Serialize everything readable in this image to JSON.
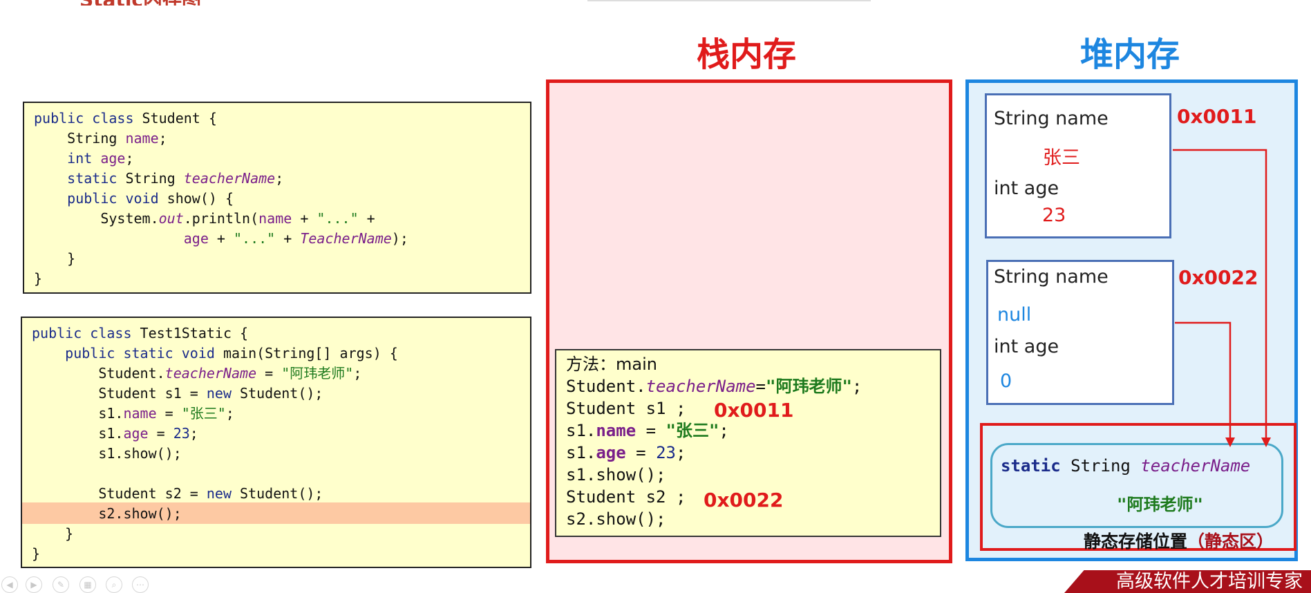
{
  "header": {
    "title": "Static内存图"
  },
  "code_student": {
    "lines": [
      [
        "public class Student {"
      ],
      [
        "    String name;"
      ],
      [
        "    int age;"
      ],
      [
        "    static String teacherName;"
      ],
      [
        "    public void show() {"
      ],
      [
        "        System.out.println(name + \"...\" +"
      ],
      [
        "                  age + \"...\" + TeacherName);"
      ],
      [
        "    }"
      ],
      [
        "}"
      ]
    ]
  },
  "code_test": {
    "l1": "public class Test1Static {",
    "l2": "    public static void main(String[] args) {",
    "l3": "        Student.teacherName = \"阿玮老师\";",
    "l4": "        Student s1 = new Student();",
    "l5": "        s1.name = \"张三\";",
    "l6": "        s1.age = 23;",
    "l7": "        s1.show();",
    "l9": "        Student s2 = new Student();",
    "l10": "        s2.show();",
    "l11": "    }",
    "l12": "}"
  },
  "stack": {
    "title": "栈内存",
    "frame": {
      "method": "方法：main",
      "line_teacher": "Student.teacherName=\"阿玮老师\";",
      "line_s1": "Student s1 ;",
      "s1_addr": "0x0011",
      "line_name": "s1.name = \"张三\";",
      "line_age": "s1.age = 23;",
      "line_show1": "s1.show();",
      "line_s2": "Student s2 ;",
      "s2_addr": "0x0022",
      "line_show2": "s2.show();"
    }
  },
  "heap": {
    "title": "堆内存",
    "obj1": {
      "addr": "0x0011",
      "name_label": "String name",
      "name_value": "张三",
      "age_label": "int age",
      "age_value": "23"
    },
    "obj2": {
      "addr": "0x0022",
      "name_label": "String name",
      "name_value": "null",
      "age_label": "int age",
      "age_value": "0"
    },
    "static_area": {
      "field_kw": "static",
      "field_type": "String",
      "field_name": "teacherName",
      "field_value": "\"阿玮老师\"",
      "label": "静态存储位置",
      "label_suffix": "（静态区）"
    }
  },
  "brand": {
    "text": "高级软件人才培训专家"
  },
  "colors": {
    "stack": "#e01b1b",
    "heap": "#1d86e0",
    "code_bg": "#ffffcc",
    "highlight": "#fdc9a3"
  }
}
